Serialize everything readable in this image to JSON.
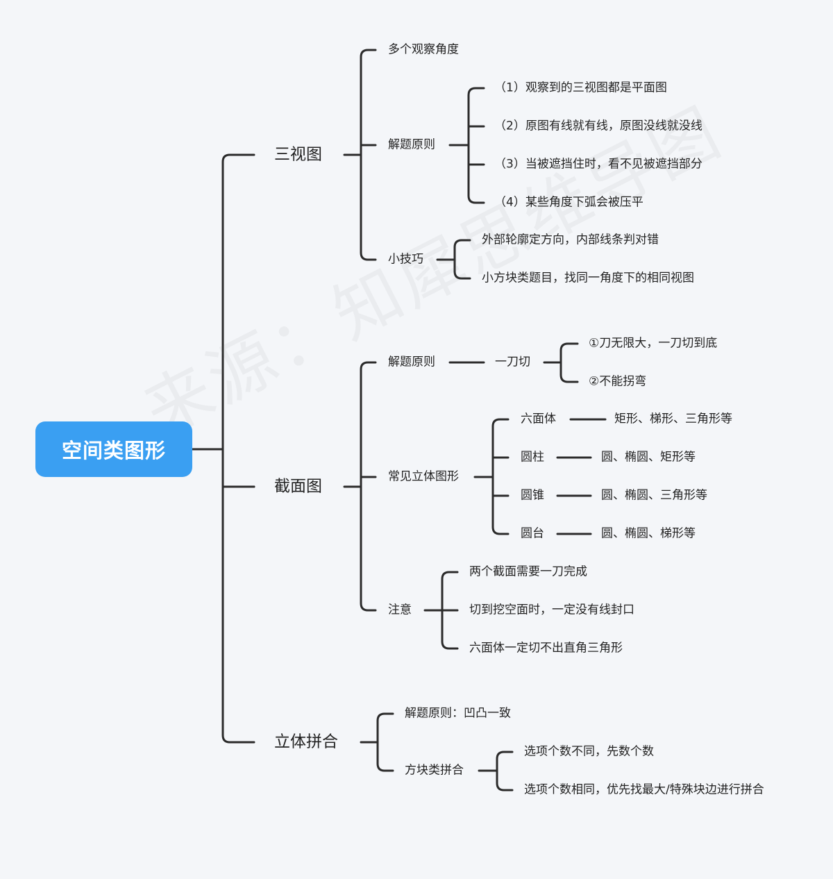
{
  "root": "空间类图形",
  "watermark": "来源：知犀思维导图",
  "branches": [
    {
      "label": "三视图",
      "children": [
        {
          "label": "多个观察角度"
        },
        {
          "label": "解题原则",
          "children": [
            {
              "label": "（1）观察到的三视图都是平面图"
            },
            {
              "label": "（2）原图有线就有线，原图没线就没线"
            },
            {
              "label": "（3）当被遮挡住时，看不见被遮挡部分"
            },
            {
              "label": "（4）某些角度下弧会被压平"
            }
          ]
        },
        {
          "label": "小技巧",
          "children": [
            {
              "label": "外部轮廓定方向，内部线条判对错"
            },
            {
              "label": "小方块类题目，找同一角度下的相同视图"
            }
          ]
        }
      ]
    },
    {
      "label": "截面图",
      "children": [
        {
          "label": "解题原则",
          "children": [
            {
              "label": "一刀切",
              "children": [
                {
                  "label": "①刀无限大，一刀切到底"
                },
                {
                  "label": "②不能拐弯"
                }
              ]
            }
          ]
        },
        {
          "label": "常见立体图形",
          "children": [
            {
              "label": "六面体",
              "children": [
                {
                  "label": "矩形、梯形、三角形等"
                }
              ]
            },
            {
              "label": "圆柱",
              "children": [
                {
                  "label": "圆、椭圆、矩形等"
                }
              ]
            },
            {
              "label": "圆锥",
              "children": [
                {
                  "label": "圆、椭圆、三角形等"
                }
              ]
            },
            {
              "label": "圆台",
              "children": [
                {
                  "label": "圆、椭圆、梯形等"
                }
              ]
            }
          ]
        },
        {
          "label": "注意",
          "children": [
            {
              "label": "两个截面需要一刀完成"
            },
            {
              "label": "切到挖空面时，一定没有线封口"
            },
            {
              "label": "六面体一定切不出直角三角形"
            }
          ]
        }
      ]
    },
    {
      "label": "立体拼合",
      "children": [
        {
          "label": "解题原则：凹凸一致"
        },
        {
          "label": "方块类拼合",
          "children": [
            {
              "label": "选项个数不同，先数个数"
            },
            {
              "label": "选项个数相同，优先找最大/特殊块边进行拼合"
            }
          ]
        }
      ]
    }
  ]
}
